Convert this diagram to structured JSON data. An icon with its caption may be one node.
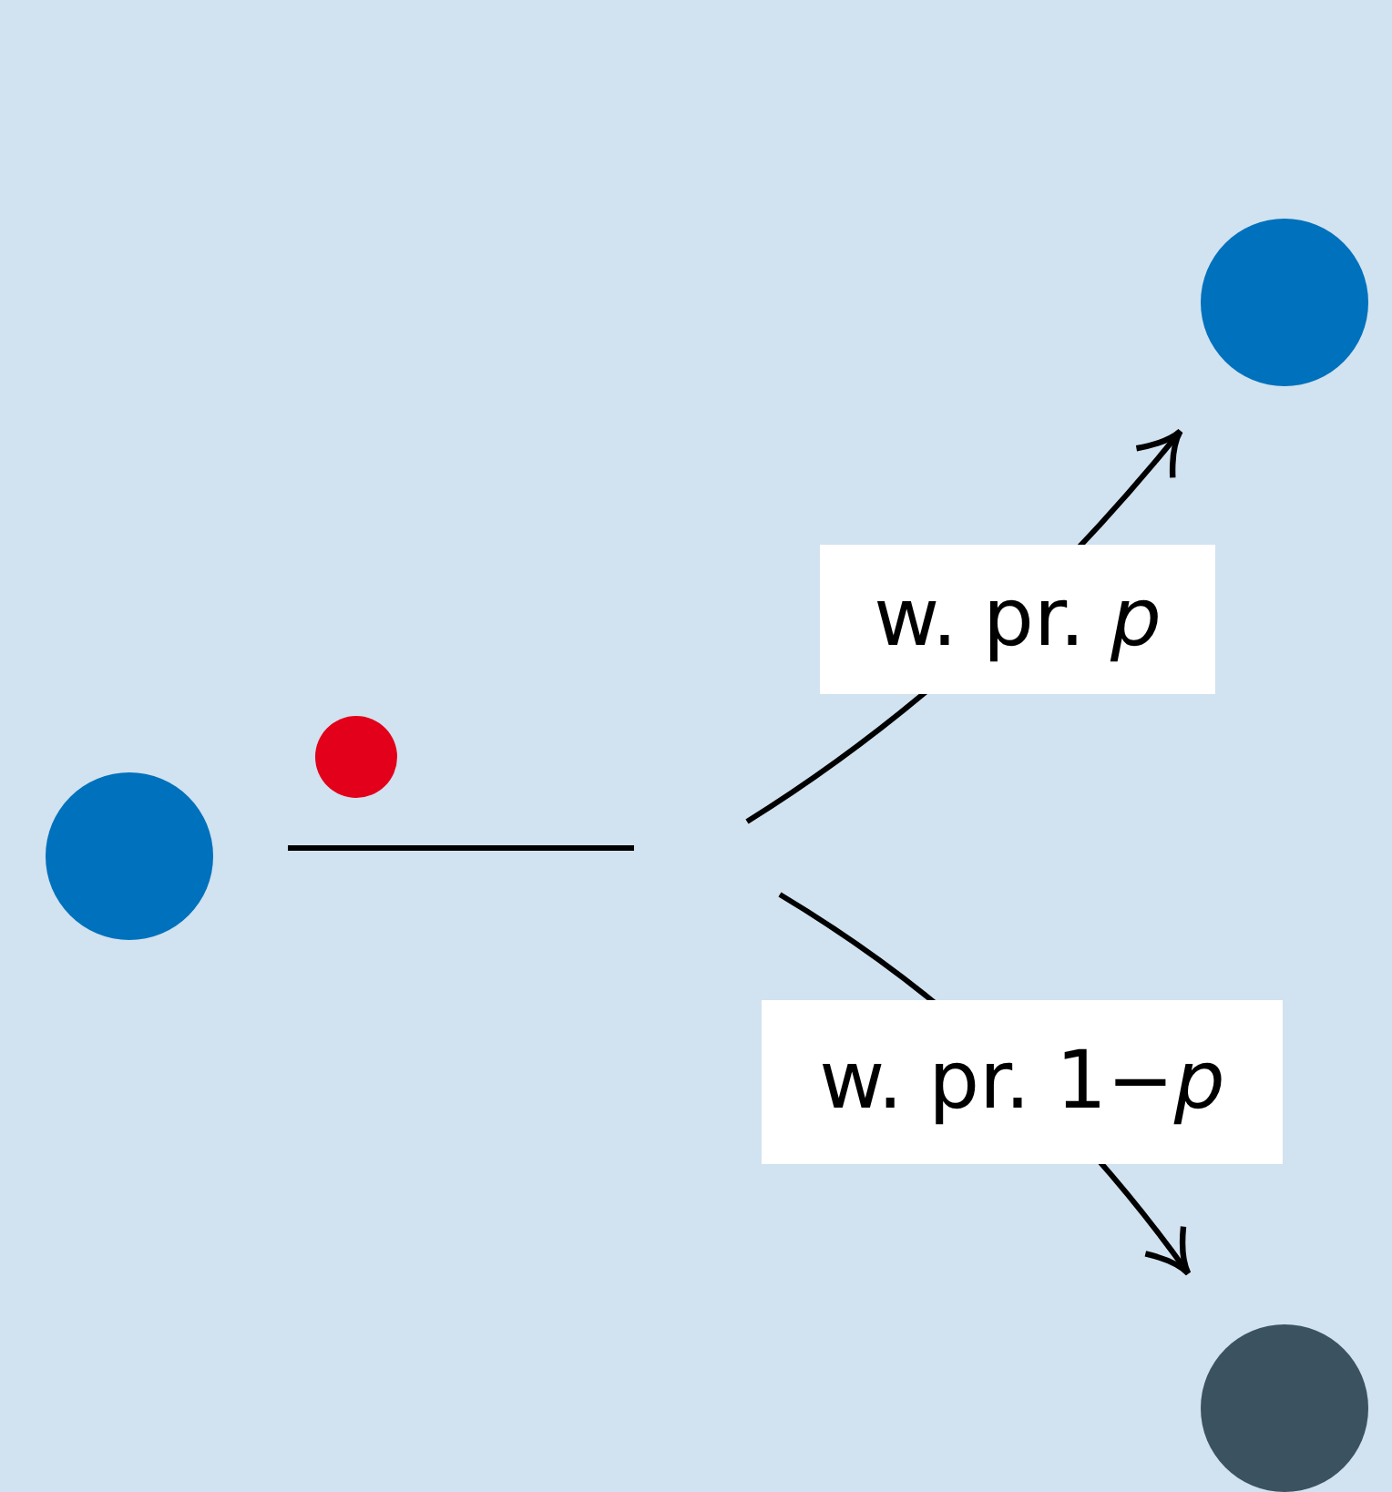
{
  "diagram": {
    "nodes": [
      {
        "text": [],
        "shape": "circle"
      },
      {
        "text": [],
        "shape": "circle"
      },
      {
        "text": [],
        "shape": "bar"
      },
      {
        "text": [],
        "shape": "circle"
      },
      {
        "text": [],
        "shape": "circle"
      }
    ],
    "edges": [
      {
        "from": null,
        "to": 3,
        "arrow": "to",
        "label": "w. pr. *p*"
      },
      {
        "from": null,
        "to": 4,
        "arrow": "to",
        "label": "w. pr. 1−*p*"
      }
    ]
  }
}
